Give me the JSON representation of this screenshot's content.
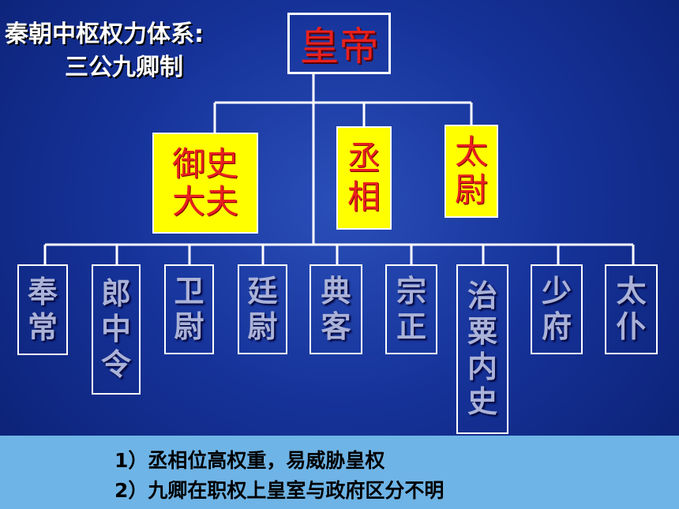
{
  "title": {
    "line1": "秦朝中枢权力体系:",
    "line2": "三公九卿制"
  },
  "emperor": "皇帝",
  "sangong": [
    {
      "id": "yushi",
      "label": "御史\n大夫"
    },
    {
      "id": "chengxiang",
      "label": "丞\n相"
    },
    {
      "id": "taiwei",
      "label": "太\n尉"
    }
  ],
  "jiuqing": [
    {
      "id": "fengchang",
      "label": "奉\n常"
    },
    {
      "id": "langzhongling",
      "label": "郎\n中\n令"
    },
    {
      "id": "weiwei",
      "label": "卫\n尉"
    },
    {
      "id": "tingwei",
      "label": "廷\n尉"
    },
    {
      "id": "dianke",
      "label": "典\n客"
    },
    {
      "id": "zongzheng",
      "label": "宗\n正"
    },
    {
      "id": "zhisuneishi",
      "label": "治\n粟\n内\n史"
    },
    {
      "id": "shaofu",
      "label": "少\n府"
    },
    {
      "id": "taipu",
      "label": "太\n仆"
    }
  ],
  "notes": [
    "1）丞相位高权重，易威胁皇权",
    "2）九卿在职权上皇室与政府区分不明"
  ],
  "colors": {
    "emperor_text": "#e8201e",
    "sangong_fill": "#ffff00",
    "jiuqing_text": "#aab2d8",
    "notes_band": "#6fb4e6"
  }
}
